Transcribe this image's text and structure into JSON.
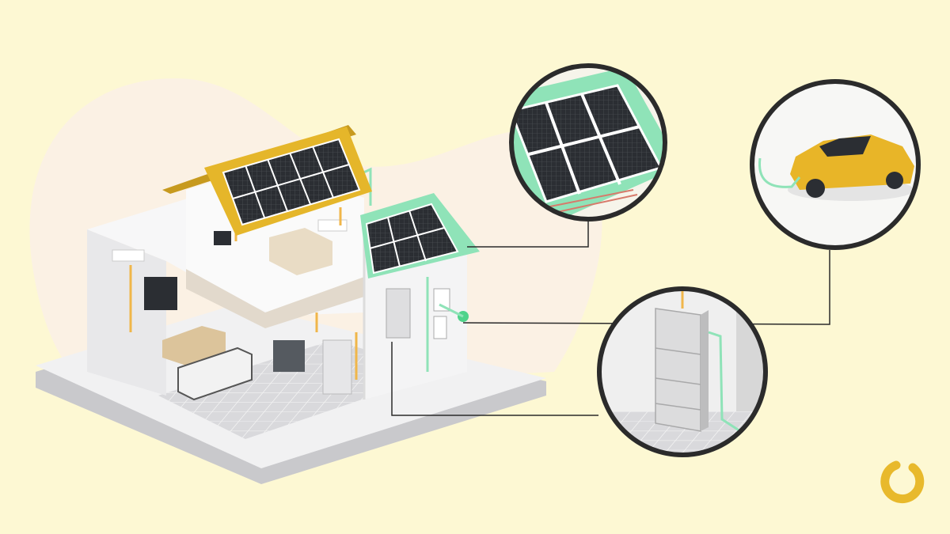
{
  "colors": {
    "background": "#fdf8d3",
    "blob": "#fbf3e6",
    "roof_main": "#e5b62a",
    "roof_secondary": "#8fe3b8",
    "solar_panel": "#2b2e33",
    "wire_power": "#f0b64a",
    "wire_green": "#8fe3b8",
    "callout_ring": "#2b2b2b",
    "car": "#e8b528",
    "logo": "#e8b92c"
  },
  "callouts": [
    {
      "subject": "solar-panels",
      "icon": "solar-panel-icon"
    },
    {
      "subject": "electric-car-charging",
      "icon": "electric-car-icon"
    },
    {
      "subject": "home-battery",
      "icon": "battery-icon"
    }
  ],
  "logo": {
    "icon": "ring-logo-icon"
  }
}
